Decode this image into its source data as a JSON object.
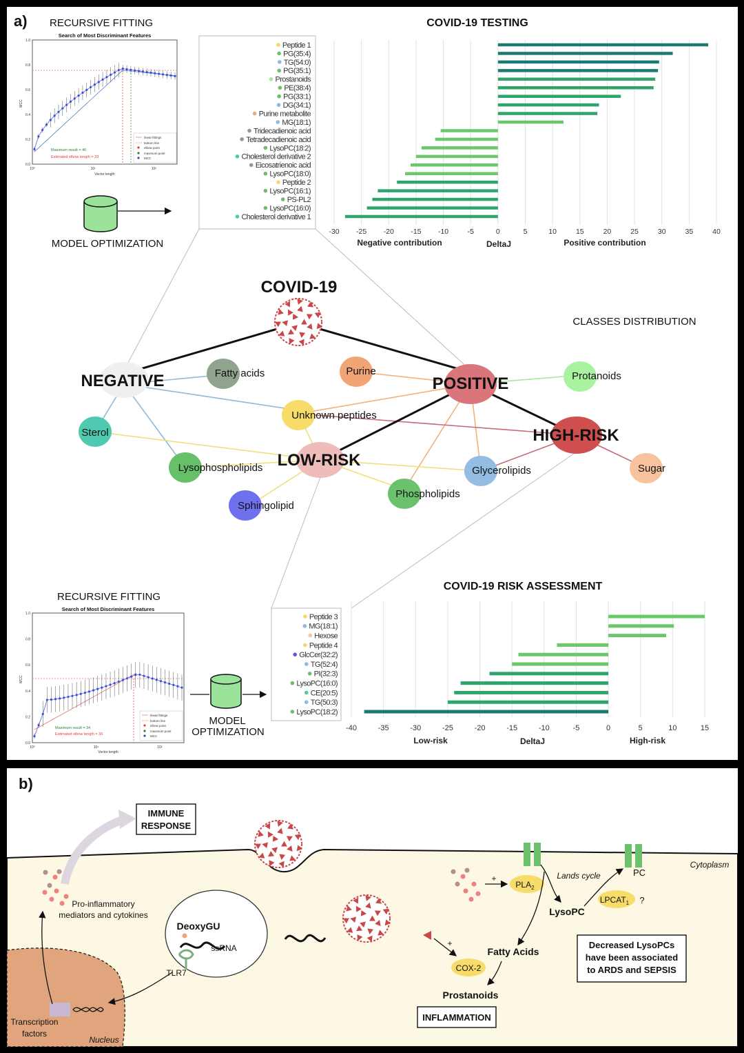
{
  "panel_a": {
    "label": "a)",
    "top_fit": {
      "title": "RECURSIVE FITTING",
      "plot_title": "Search of Most Discriminant Features",
      "ylabel": "MCC",
      "xlabel": "Vector length",
      "yticks": [
        "0.0",
        "0.2",
        "0.4",
        "0.6",
        "0.8",
        "1.0"
      ],
      "xticks": [
        "10⁰",
        "10¹",
        "10²"
      ],
      "legend": [
        "linear fittings",
        "bottom line",
        "elbow point",
        "maximum point",
        "MCC"
      ],
      "max_note": "Maximum result = 46",
      "elbow_note": "Estimated elbow length = 33",
      "model_label": "MODEL OPTIMIZATION"
    },
    "bottom_fit": {
      "title": "RECURSIVE FITTING",
      "plot_title": "Search of Most Discriminant Features",
      "ylabel": "MCC",
      "xlabel": "Vector length",
      "yticks": [
        "0.0",
        "0.2",
        "0.4",
        "0.6",
        "0.8",
        "1.0"
      ],
      "xticks": [
        "10⁰",
        "10¹",
        "10²"
      ],
      "legend": [
        "linear fittings",
        "bottom line",
        "elbow point",
        "maximum point",
        "MCC"
      ],
      "max_note": "Maximum result = 34",
      "elbow_note": "Estimated elbow length = 36",
      "model_label_1": "MODEL",
      "model_label_2": "OPTIMIZATION"
    },
    "network": {
      "title": "COVID-19",
      "classes_label": "CLASSES DISTRIBUTION",
      "main_nodes": {
        "negative": "NEGATIVE",
        "positive": "POSITIVE",
        "low": "LOW-RISK",
        "high": "HIGH-RISK"
      },
      "class_nodes": {
        "fatty": "Fatty acids",
        "purine": "Purine",
        "protanoids": "Protanoids",
        "sterol": "Sterol",
        "unknown": "Unknown peptides",
        "lyso": "Lysophospholipids",
        "sphingo": "Sphingolipid",
        "phospho": "Phospholipids",
        "glycero": "Glycerolipids",
        "sugar": "Sugar"
      }
    }
  },
  "panel_b": {
    "label": "b)",
    "immune_1": "IMMUNE",
    "immune_2": "RESPONSE",
    "mediators_1": "Pro-inflammatory",
    "mediators_2": "mediators and cytokines",
    "deoxygu": "DeoxyGU",
    "ssrna": "ssRNA",
    "tlr7": "TLR7",
    "tf_1": "Transcription",
    "tf_2": "factors",
    "nucleus": "Nucleus",
    "cytoplasm": "Cytoplasm",
    "pla2": "PLA",
    "pla2_sub": "2",
    "lands": "Lands cycle",
    "pc": "PC",
    "lpcat": "LPCAT",
    "lpcat_sub": "1",
    "question": "?",
    "lysopc": "LysoPC",
    "fatty": "Fatty Acids",
    "cox2": "COX-2",
    "prostanoids": "Prostanoids",
    "inflammation": "INFLAMMATION",
    "note_1": "Decreased LysoPCs",
    "note_2": "have been associated",
    "note_3": "to ARDS and SEPSIS",
    "plus": "+"
  },
  "chart_data": [
    {
      "type": "bar",
      "orientation": "horizontal",
      "title": "COVID-19 TESTING",
      "xlabel": "DeltaJ",
      "left_label": "Negative contribution",
      "right_label": "Positive contribution",
      "xlim": [
        -30,
        40
      ],
      "xticks": [
        -30,
        -25,
        -20,
        -15,
        -10,
        -5,
        0,
        5,
        10,
        15,
        20,
        25,
        30,
        35,
        40
      ],
      "grid": true,
      "categories": [
        "Peptide 1",
        "PG(35:4)",
        "TG(54:0)",
        "PG(35:1)",
        "Prostanoids",
        "PE(38:4)",
        "PG(33:1)",
        "DG(34:1)",
        "Purine metabolite",
        "MG(18:1)",
        "Tridecadienoic acid",
        "Tetradecadienoic acid",
        "LysoPC(18:2)",
        "Cholesterol derivative 2",
        "Eicosatrienoic acid",
        "LysoPC(18:0)",
        "Peptide 2",
        "LysoPC(16:1)",
        "PS-PL2",
        "LysoPC(16:0)",
        "Cholesterol derivative 1"
      ],
      "values": [
        38.5,
        32,
        29.5,
        29.3,
        28.8,
        28.5,
        22.5,
        18.5,
        18.2,
        12,
        -10.5,
        -11.5,
        -14,
        -15,
        -16,
        -17,
        -18.5,
        -22,
        -23,
        -24,
        -28
      ],
      "category_colors": [
        "#f5d76e",
        "#6cbf6a",
        "#8fb8e0",
        "#6cbf6a",
        "#a6e59a",
        "#6cbf6a",
        "#6cbf6a",
        "#8fb8e0",
        "#f0a673",
        "#8fb8e0",
        "#8d9a8d",
        "#8d9a8d",
        "#6cbf6a",
        "#4cc9b0",
        "#8d9a8d",
        "#6cbf6a",
        "#f5d76e",
        "#6cbf6a",
        "#6cbf6a",
        "#6cbf6a",
        "#4cc9b0"
      ]
    },
    {
      "type": "bar",
      "orientation": "horizontal",
      "title": "COVID-19 RISK ASSESSMENT",
      "xlabel": "DeltaJ",
      "left_label": "Low-risk",
      "right_label": "High-risk",
      "xlim": [
        -40,
        15
      ],
      "xticks": [
        -40,
        -35,
        -30,
        -25,
        -20,
        -15,
        -10,
        -5,
        0,
        5,
        10,
        15
      ],
      "grid": true,
      "categories": [
        "Peptide 3",
        "MG(18:1)",
        "Hexose",
        "Peptide 4",
        "GlcCer(32:2)",
        "TG(52:4)",
        "PI(32:3)",
        "LysoPC(16:0)",
        "CE(20:5)",
        "TG(50:3)",
        "LysoPC(18:2)"
      ],
      "values": [
        15,
        10.2,
        9,
        -8,
        -14,
        -15,
        -18.5,
        -23,
        -24,
        -25,
        -38
      ],
      "category_colors": [
        "#f5d76e",
        "#8fb8e0",
        "#f5c6a5",
        "#f5d76e",
        "#5b5bd6",
        "#8fb8e0",
        "#6cbf6a",
        "#6cbf6a",
        "#4cc9b0",
        "#8fb8e0",
        "#6cbf6a"
      ]
    }
  ]
}
